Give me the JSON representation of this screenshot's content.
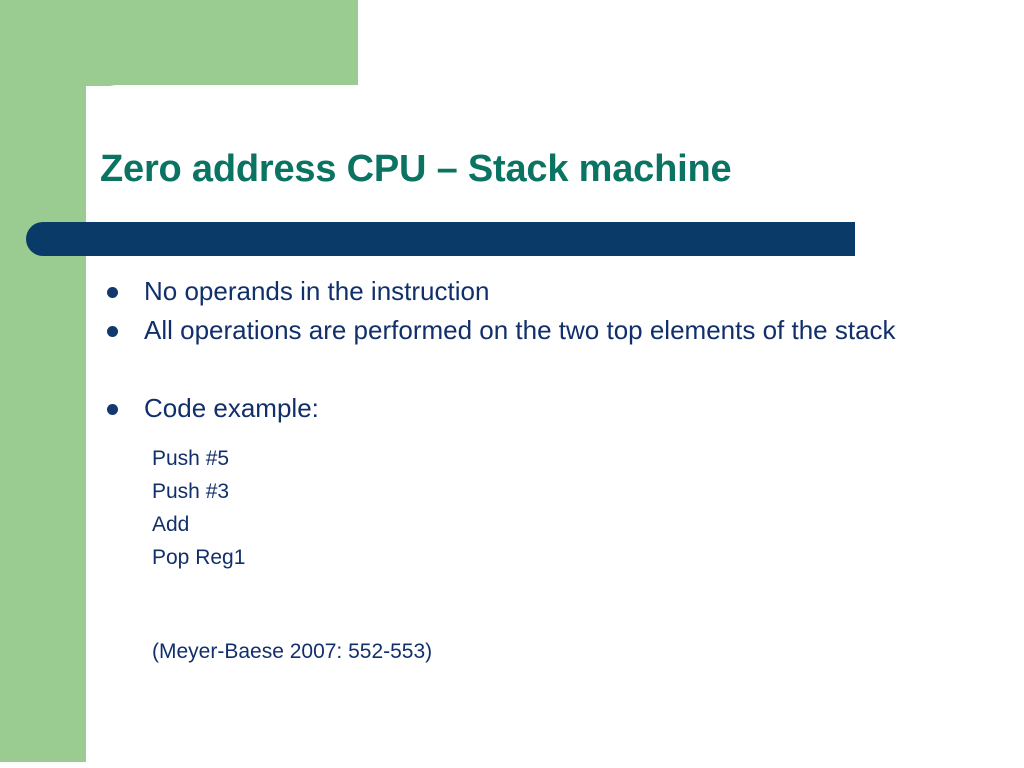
{
  "slide": {
    "title": "Zero address CPU – Stack machine",
    "theme": {
      "green": "#9acb91",
      "navy_bar": "#0a3a68",
      "title_teal": "#0a7362",
      "body_navy": "#11306b",
      "bullet_navy": "#13386f",
      "background": "#ffffff"
    },
    "bullets": [
      {
        "text": "No operands in the instruction"
      },
      {
        "text": "All operations are performed on the two top elements of the stack"
      },
      {
        "text": "Code example:"
      }
    ],
    "code_lines": [
      "Push #5",
      "Push #3",
      "Add",
      "Pop Reg1"
    ],
    "citation": "(Meyer-Baese 2007: 552-553)"
  }
}
